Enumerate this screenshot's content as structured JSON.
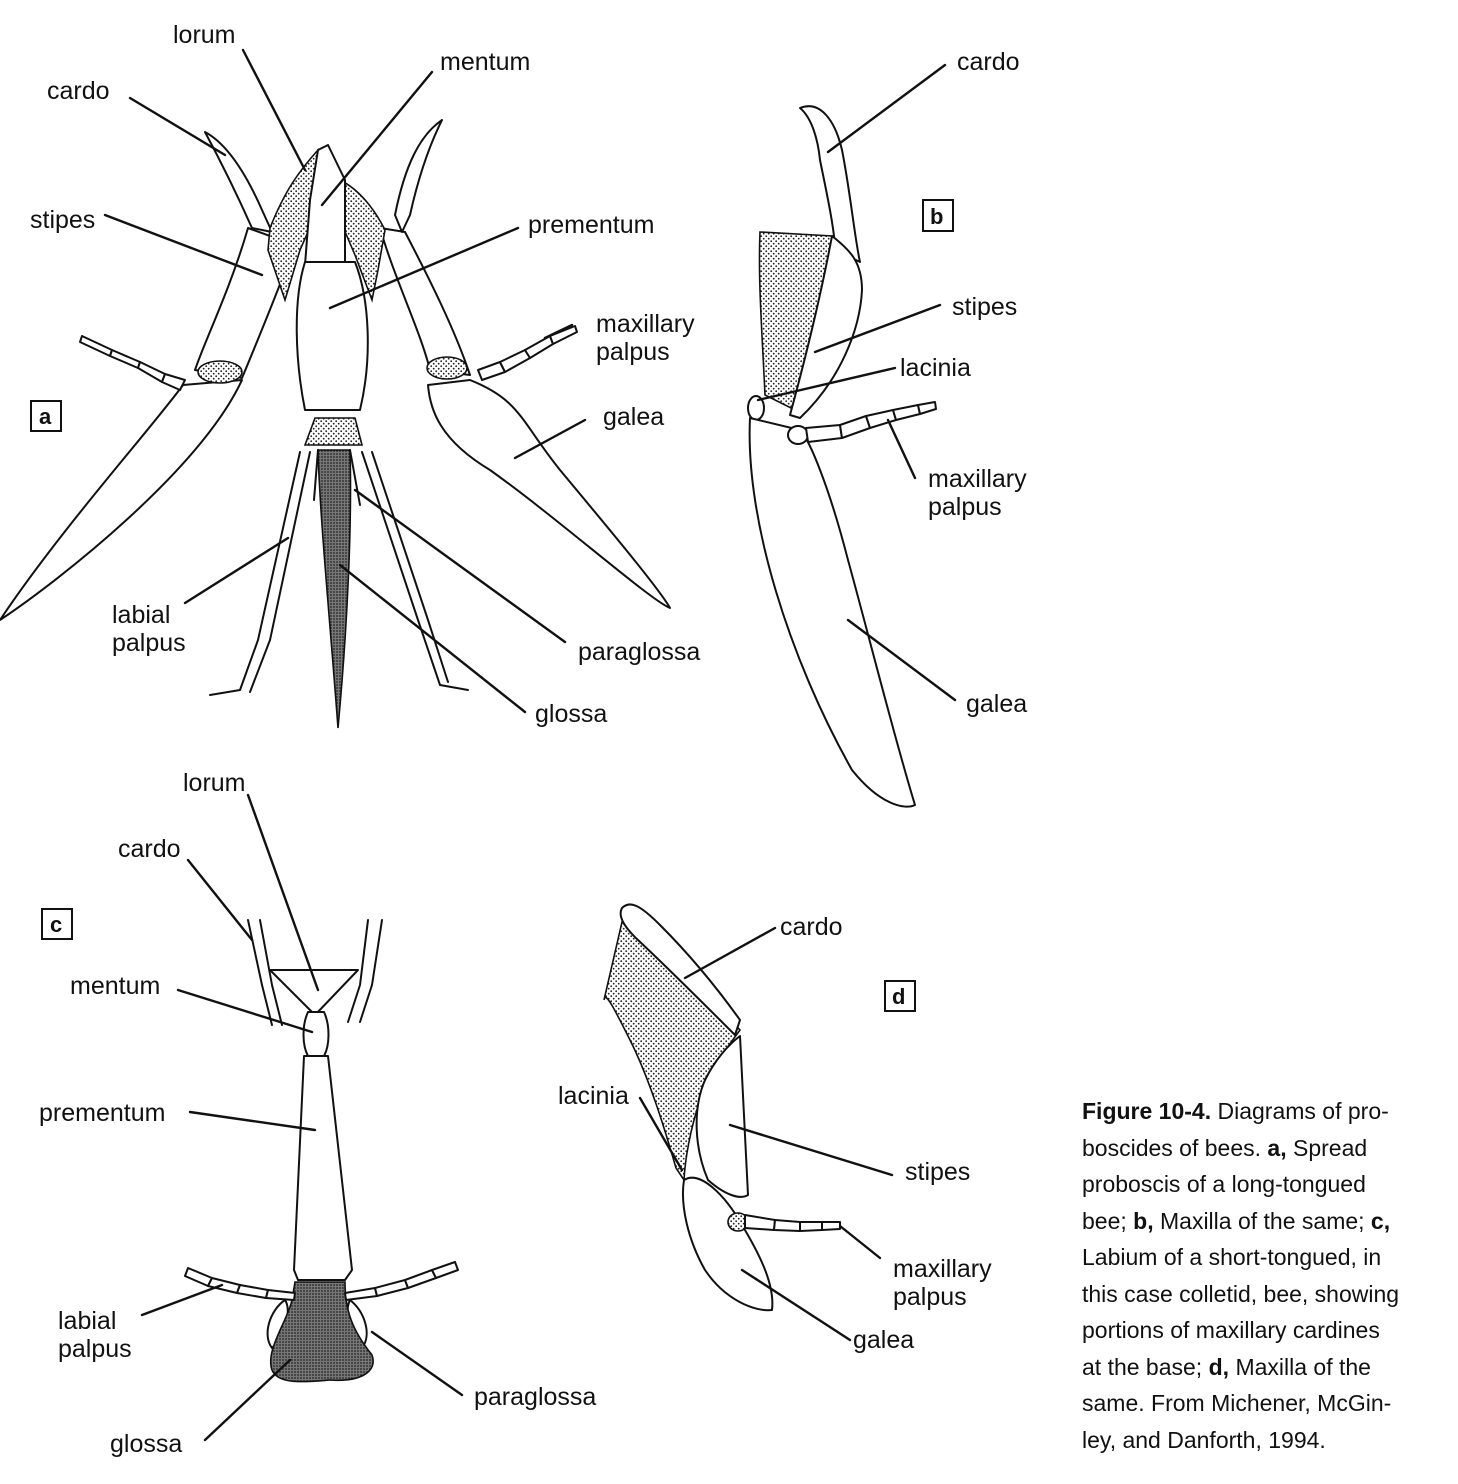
{
  "panels": {
    "a": {
      "letter": "a",
      "labels": {
        "lorum": "lorum",
        "mentum": "mentum",
        "cardo": "cardo",
        "stipes": "stipes",
        "prementum": "prementum",
        "maxillary_palpus": [
          "maxillary",
          "palpus"
        ],
        "galea": "galea",
        "labial_palpus": [
          "labial",
          "palpus"
        ],
        "paraglossa": "paraglossa",
        "glossa": "glossa"
      }
    },
    "b": {
      "letter": "b",
      "labels": {
        "cardo": "cardo",
        "stipes": "stipes",
        "lacinia": "lacinia",
        "maxillary_palpus": [
          "maxillary",
          "palpus"
        ],
        "galea": "galea"
      }
    },
    "c": {
      "letter": "c",
      "labels": {
        "lorum": "lorum",
        "cardo": "cardo",
        "mentum": "mentum",
        "prementum": "prementum",
        "labial_palpus": [
          "labial",
          "palpus"
        ],
        "paraglossa": "paraglossa",
        "glossa": "glossa"
      }
    },
    "d": {
      "letter": "d",
      "labels": {
        "cardo": "cardo",
        "lacinia": "lacinia",
        "stipes": "stipes",
        "maxillary_palpus": [
          "maxillary",
          "palpus"
        ],
        "galea": "galea"
      }
    }
  },
  "caption": {
    "lead": "Figure 10-4.",
    "t1": "Diagrams of pro-",
    "t2": "boscides of bees.",
    "a": "a,",
    "t3": "Spread",
    "t4": "proboscis of a long-tongued",
    "t5": "bee;",
    "b": "b,",
    "t6": "Maxilla of the same;",
    "c": "c,",
    "t7": "Labium of a short-tongued, in",
    "t8": "this case colletid, bee, showing",
    "t9": "portions of maxillary cardines",
    "t10": "at the base;",
    "d": "d,",
    "t11": "Maxilla of the",
    "t12": "same. From Michener, McGin-",
    "t13": "ley, and Danforth, 1994."
  }
}
